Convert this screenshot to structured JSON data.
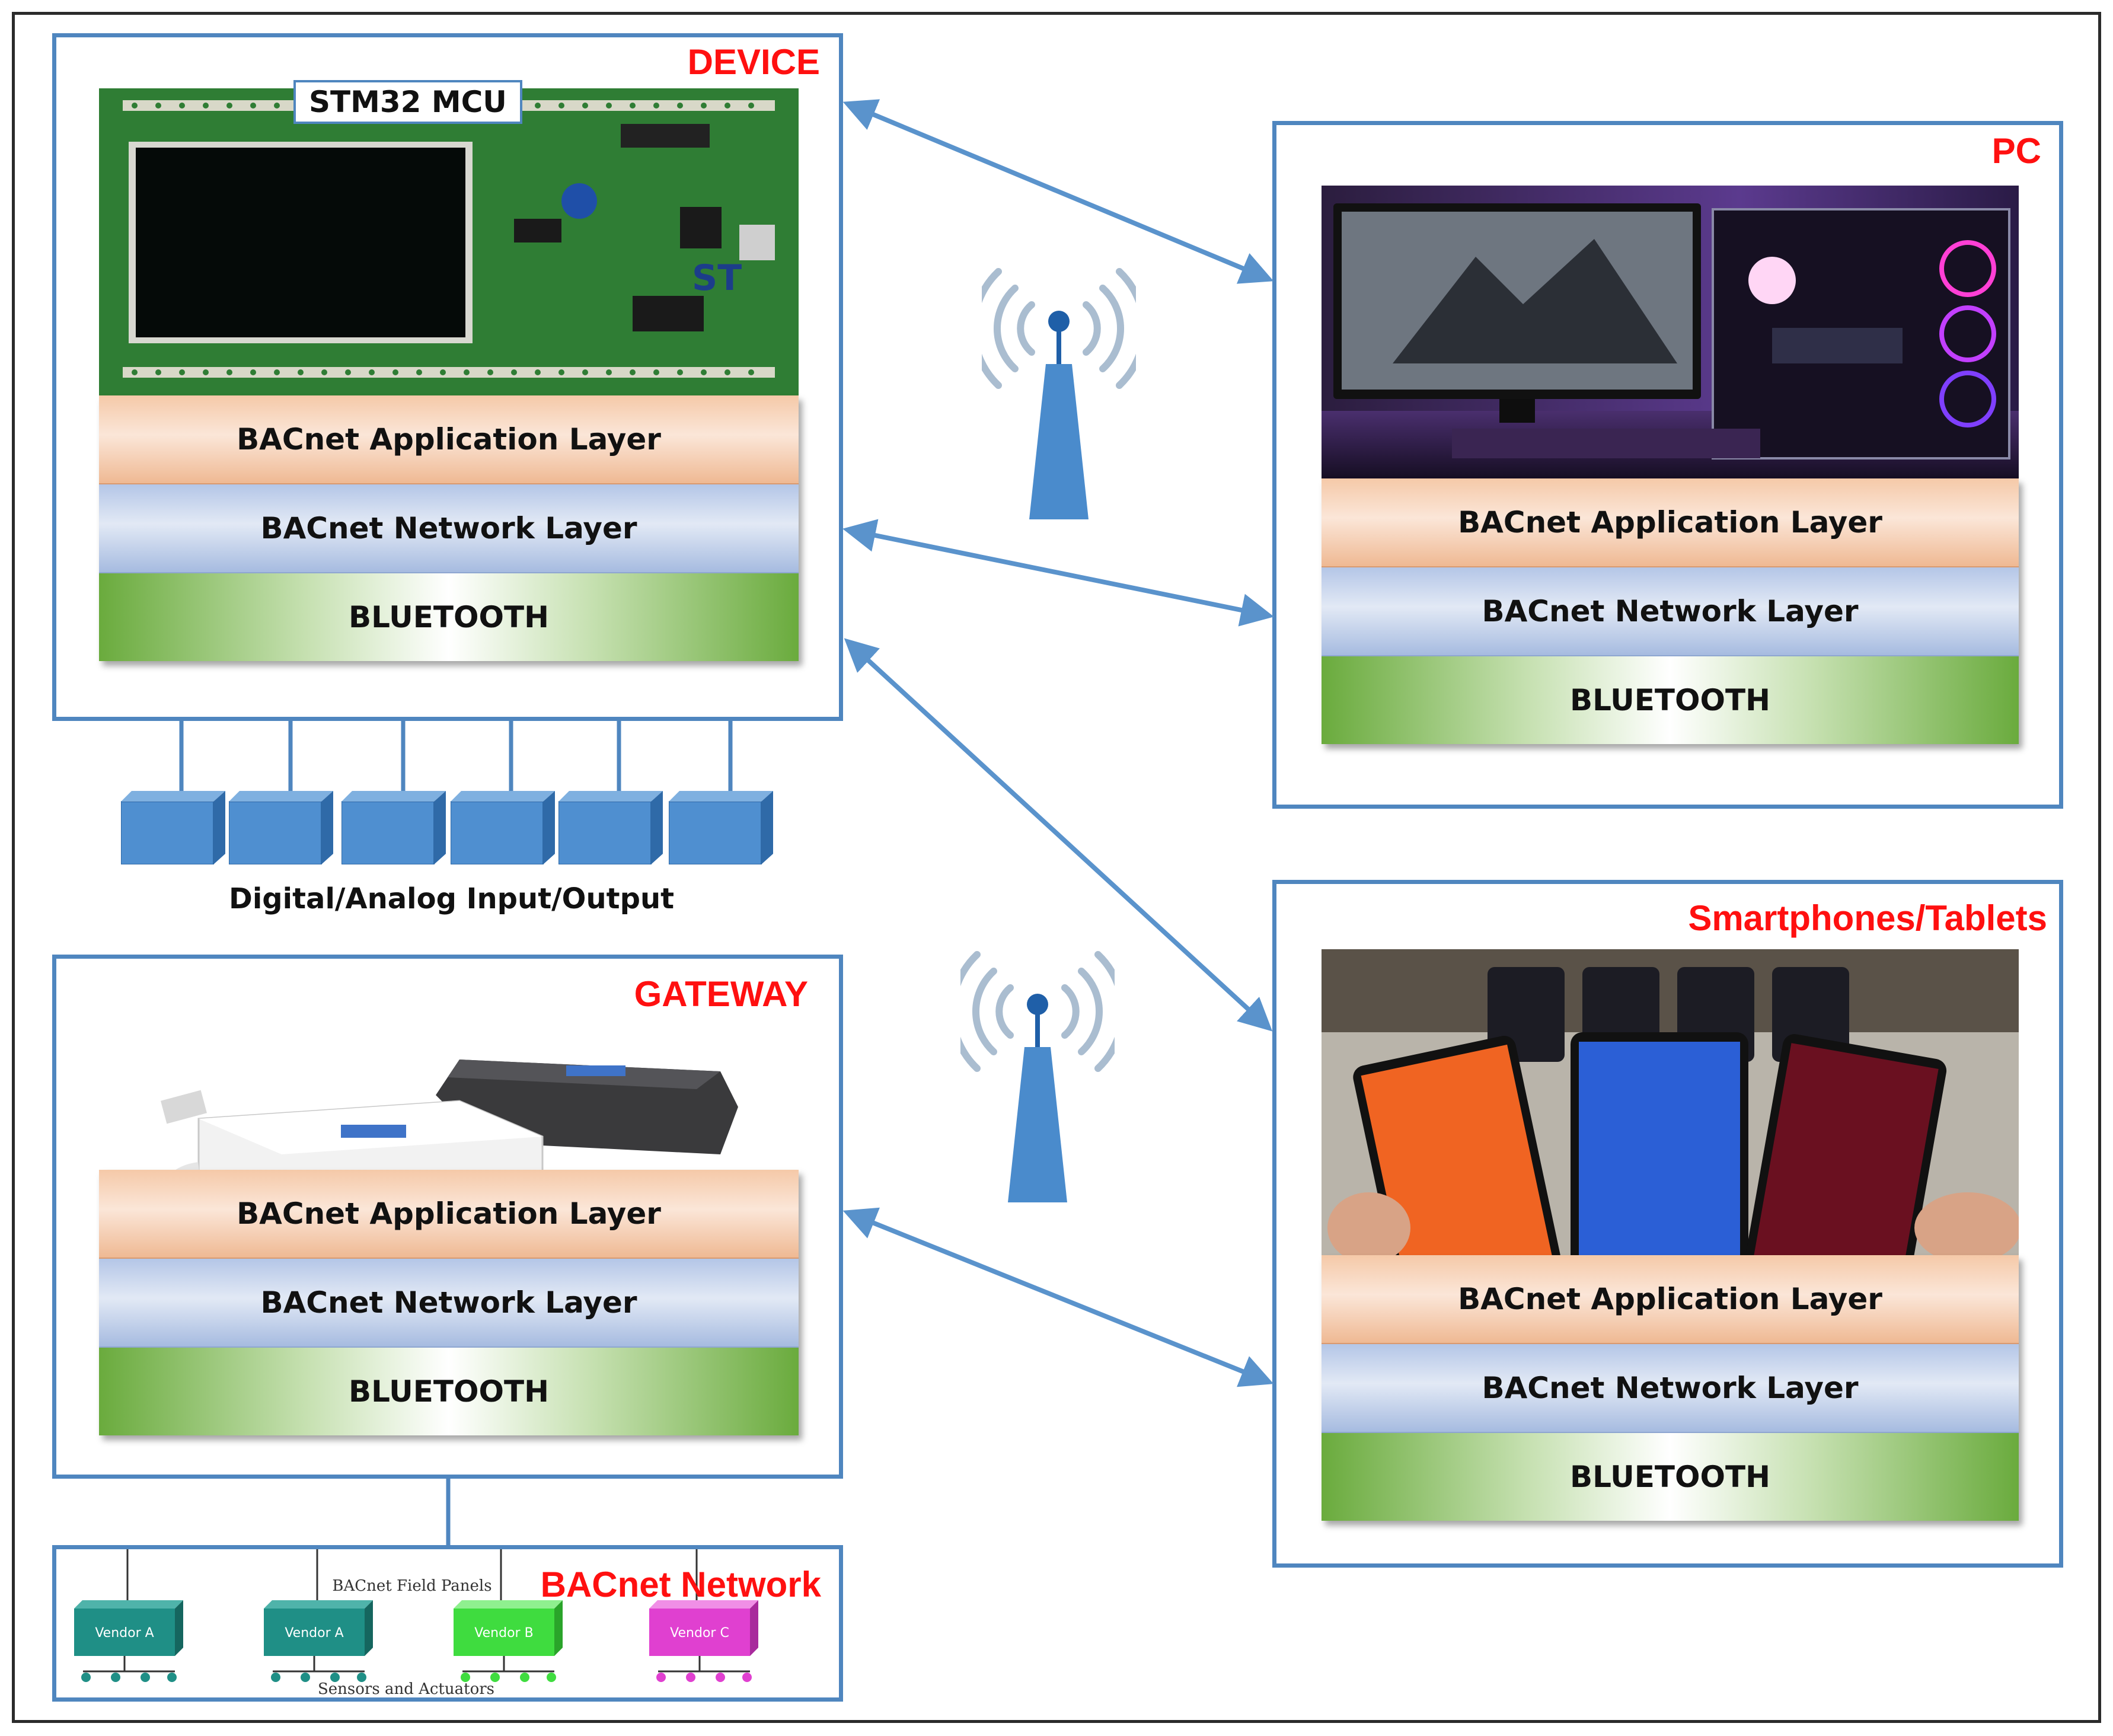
{
  "nodes": {
    "device": {
      "title": "DEVICE",
      "mcu_label": "STM32 MCU",
      "layers": [
        "BACnet Application Layer",
        "BACnet Network Layer",
        "BLUETOOTH"
      ]
    },
    "pc": {
      "title": "PC",
      "layers": [
        "BACnet Application Layer",
        "BACnet Network Layer",
        "BLUETOOTH"
      ]
    },
    "smartphones": {
      "title": "Smartphones/Tablets",
      "layers": [
        "BACnet Application Layer",
        "BACnet Network Layer",
        "BLUETOOTH"
      ]
    },
    "gateway": {
      "title": "GATEWAY",
      "layers": [
        "BACnet Application Layer",
        "BACnet Network Layer",
        "BLUETOOTH"
      ]
    },
    "bacnet_network": {
      "title": "BACnet Network",
      "field_panels_label": "BACnet Field Panels",
      "sensors_label": "Sensors and Actuators",
      "vendors": [
        {
          "label": "Vendor A",
          "color": "#1f8f86"
        },
        {
          "label": "Vendor A",
          "color": "#1f8f86"
        },
        {
          "label": "Vendor B",
          "color": "#3fdc3f"
        },
        {
          "label": "Vendor C",
          "color": "#e040d0"
        }
      ]
    }
  },
  "io": {
    "label": "Digital/Analog Input/Output",
    "block_count": 6,
    "block_color": "#4f8fd0"
  },
  "colors": {
    "border": "#4f86bf",
    "title": "#ff1010",
    "arrow": "#5a93cc",
    "antenna": "#4a8bcc",
    "antenna_waves": "#aabdd0"
  }
}
